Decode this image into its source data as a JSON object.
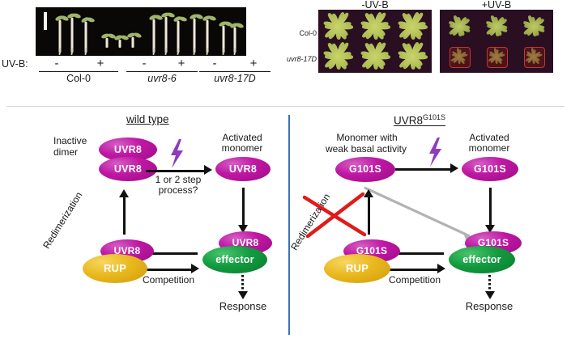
{
  "figure": {
    "top": {
      "seedling_photo": {
        "treatment_label": "UV-B:",
        "signs": [
          "-",
          "+",
          "-",
          "+",
          "-",
          "+"
        ],
        "genotypes": [
          "Col-0",
          "uvr8-6",
          "uvr8-17D"
        ],
        "scale_bar": "scale-bar"
      },
      "rosette_photo": {
        "headers": [
          "-UV-B",
          "+UV-B"
        ],
        "row_labels": [
          "Col-0",
          "uvr8-17D"
        ]
      }
    },
    "diagram": {
      "wild_type": {
        "title": "wild type",
        "inactive_dimer_label": "Inactive\ndimer",
        "inactive_dimer_line1": "Inactive",
        "inactive_dimer_line2": "dimer",
        "dimer_top": "UVR8",
        "dimer_bottom": "UVR8",
        "step_label_line1": "1 or 2 step",
        "step_label_line2": "process?",
        "activated_line1": "Activated",
        "activated_line2": "monomer",
        "activated_monomer": "UVR8",
        "bound_uvr8": "UVR8",
        "effector": "effector",
        "rup": "RUP",
        "complex_uvr8": "UVR8",
        "competition": "Competition",
        "redimerization": "Redimerization",
        "response": "Response"
      },
      "mutant": {
        "title_base": "UVR8",
        "title_sup": "G101S",
        "monomer_line1": "Monomer with",
        "monomer_line2": "weak basal activity",
        "basal_monomer": "G101S",
        "activated_line1": "Activated",
        "activated_line2": "monomer",
        "activated_monomer": "G101S",
        "bound_g101s": "G101S",
        "effector": "effector",
        "rup": "RUP",
        "complex_g101s": "G101S",
        "competition": "Competition",
        "redimerization": "Redimerization",
        "redimerization_blocked": "true",
        "response": "Response"
      }
    },
    "colors": {
      "uvr8_magenta": "#bf17a4",
      "rup_gold": "#e9b81d",
      "effector_green": "#129b3f",
      "bolt_purple": "#8e3bbd",
      "blocked_red": "#e01b1b",
      "divider_blue": "#3a72b8",
      "gray_arrow": "#b3b3b3"
    }
  }
}
